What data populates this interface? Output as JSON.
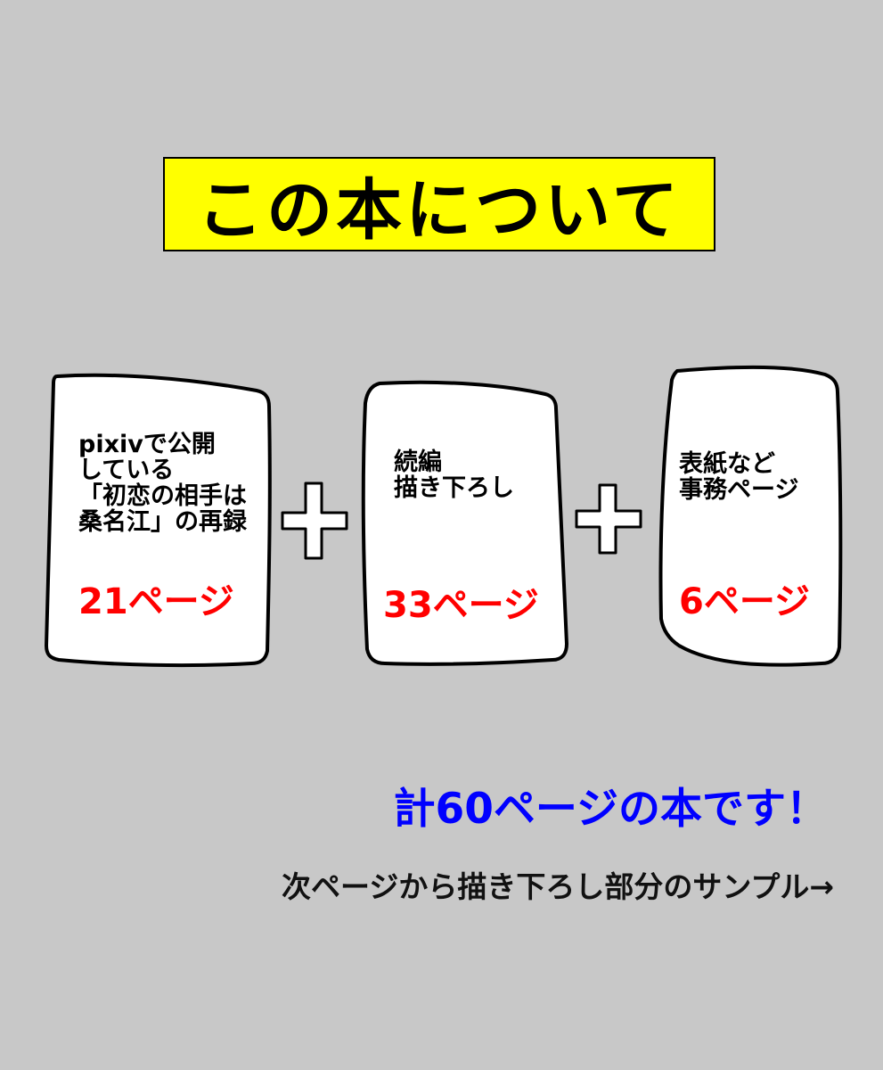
{
  "title": "この本について",
  "colors": {
    "background": "#c8c8c8",
    "title_bg": "#ffff00",
    "page_count": "#ff0000",
    "total": "#0000ff"
  },
  "cards": [
    {
      "text": "pixivで公開\nしている\n「初恋の相手は\n桑名江」の再録",
      "pages": "21ページ"
    },
    {
      "text": "続編\n描き下ろし",
      "pages": "33ページ"
    },
    {
      "text": "表紙など\n事務ページ",
      "pages": "6ページ"
    }
  ],
  "plus_icon": "plus-icon",
  "total": "計60ページの本です！",
  "next": "次ページから描き下ろし部分のサンプル→"
}
